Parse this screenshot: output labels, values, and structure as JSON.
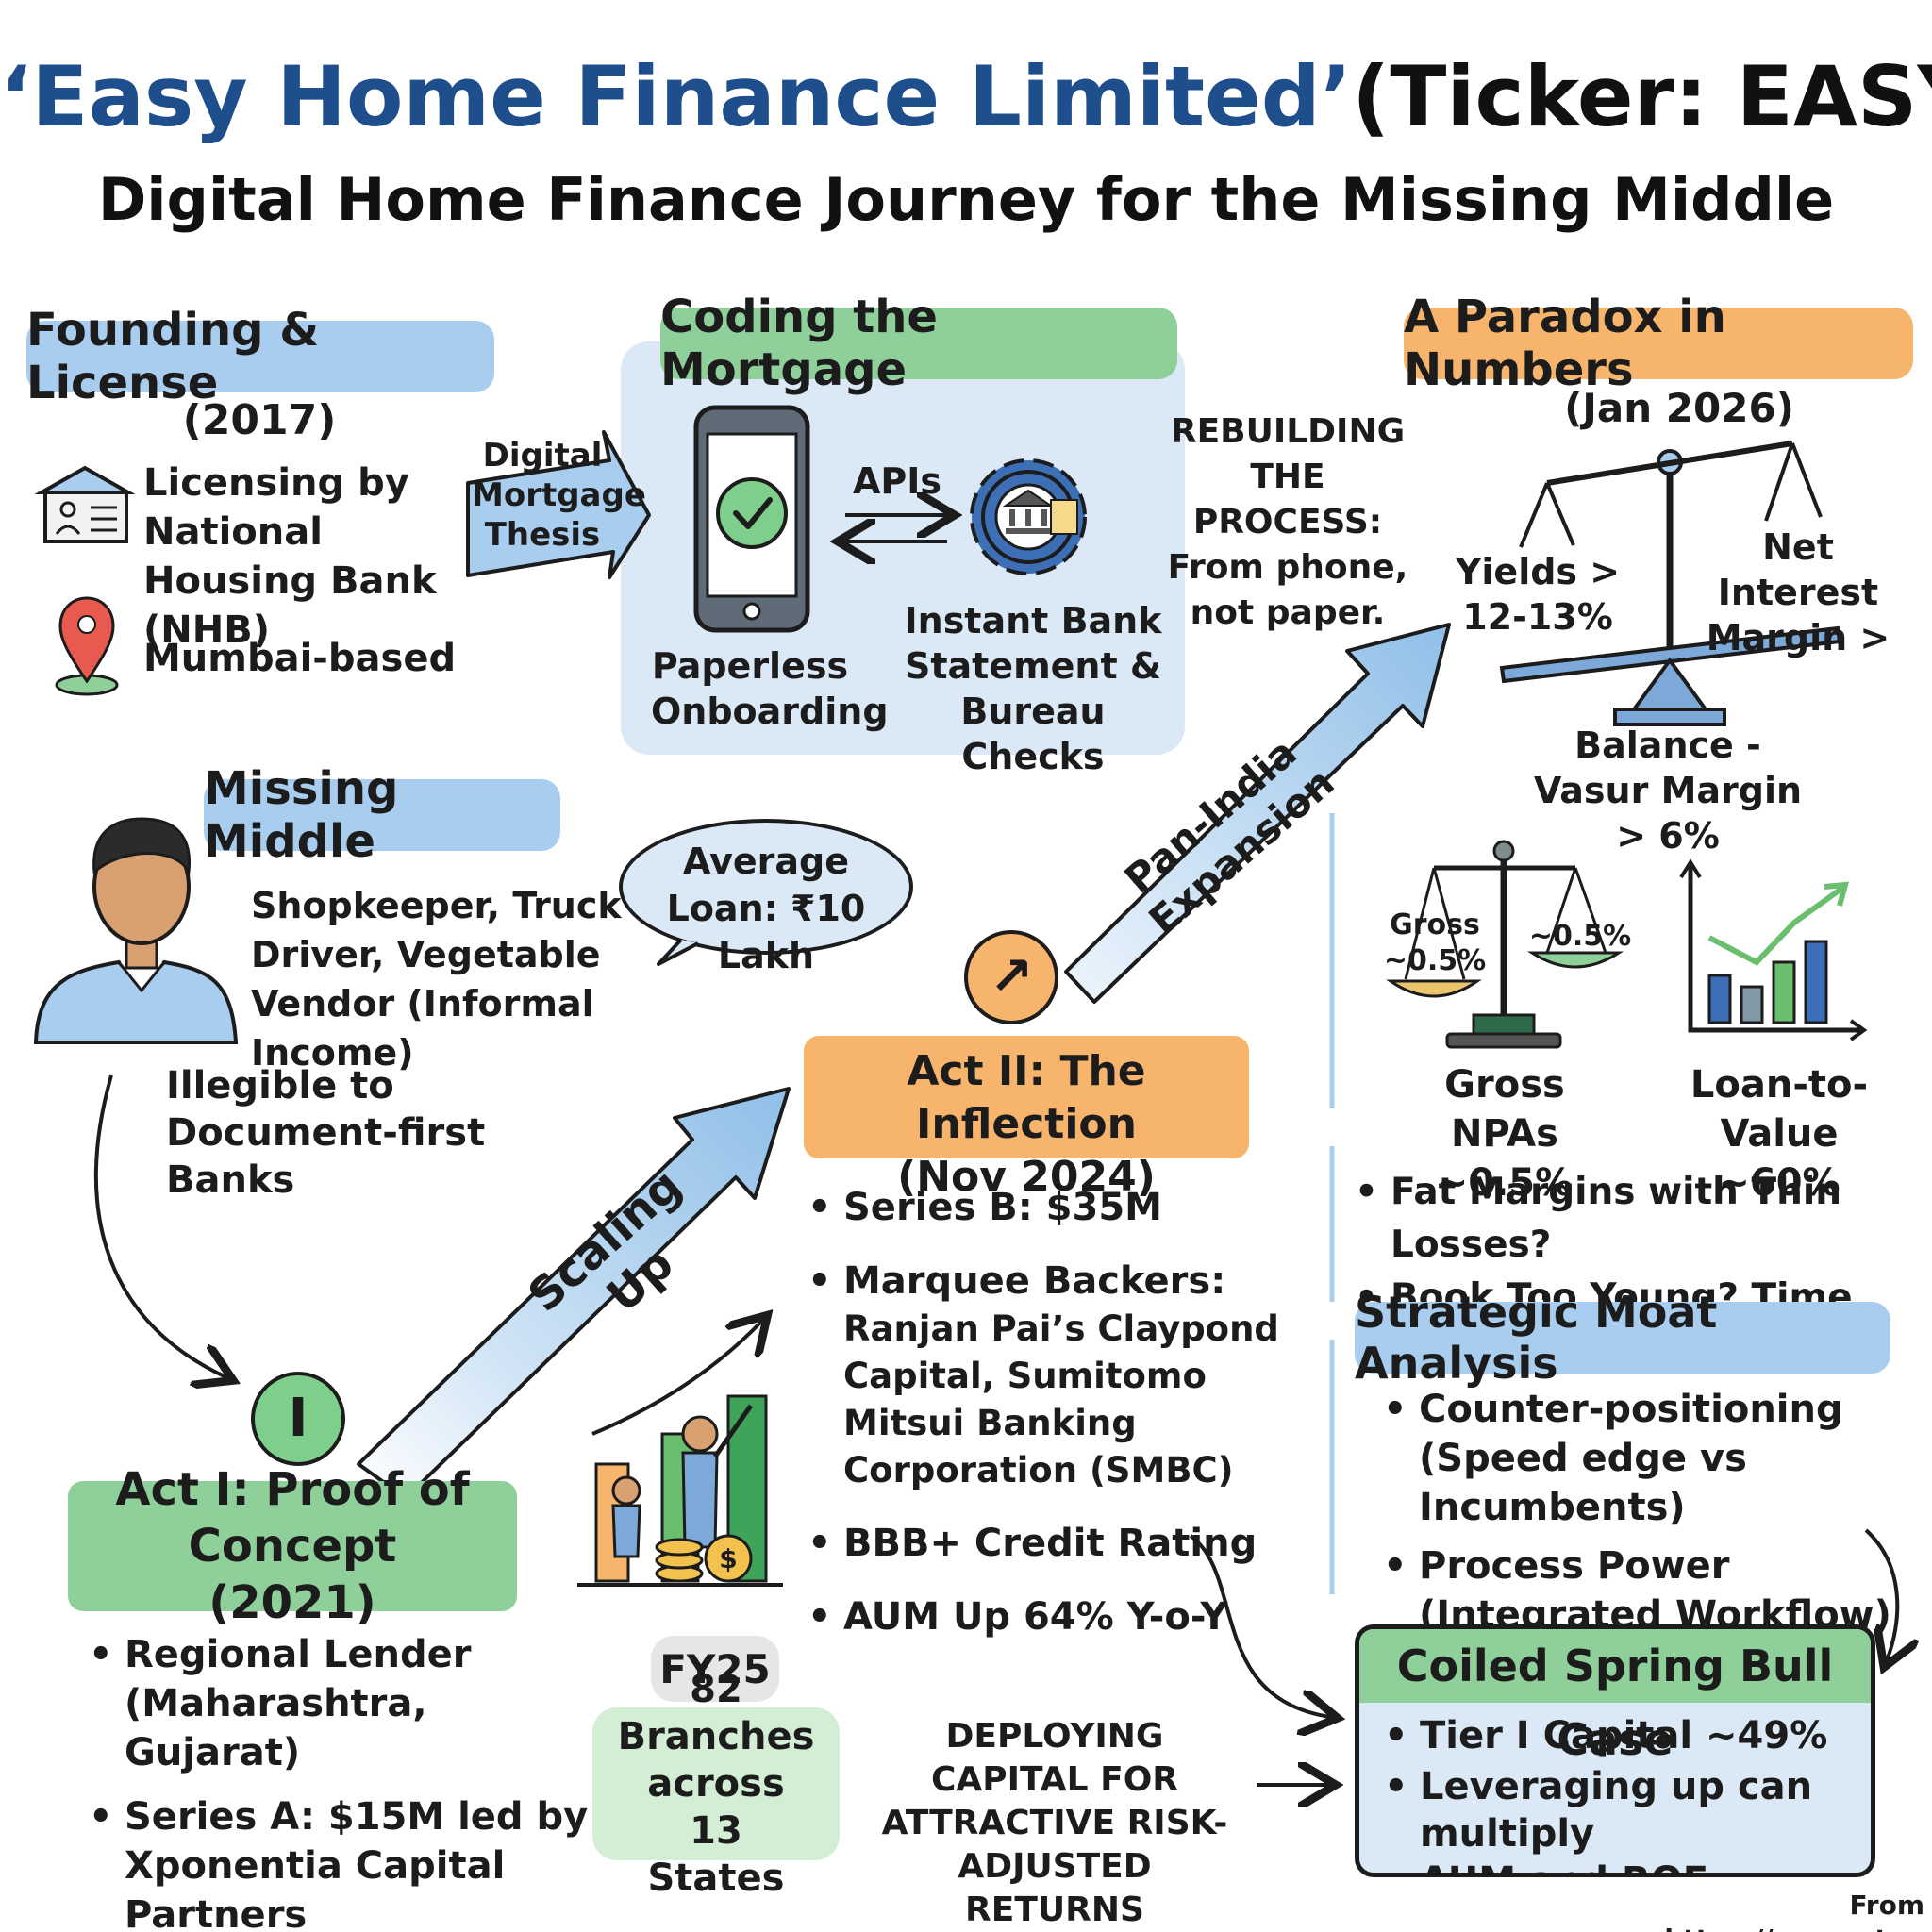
{
  "header": {
    "title_company": "‘Easy Home Finance Limited’",
    "title_ticker": "(Ticker: EASY)",
    "subtitle": "Digital Home Finance Journey for the Missing Middle"
  },
  "founding": {
    "heading": "Founding & License",
    "year": "(2017)",
    "license_text": "Licensing by National Housing Bank (NHB)",
    "location": "Mumbai-based"
  },
  "thesis_arrow": {
    "label": "Digital Mortgage Thesis"
  },
  "coding": {
    "heading": "Coding the Mortgage",
    "api_label": "APIs",
    "left_caption": "Paperless Onboarding",
    "right_caption": "Instant Bank Statement & Bureau Checks",
    "rebuild_head": "REBUILDING THE PROCESS:",
    "rebuild_body": "From phone, not paper."
  },
  "paradox": {
    "heading": "A Paradox in Numbers",
    "date": "(Jan 2026)",
    "yields": "Yields > 12-13%",
    "nim": "Net Interest Margin >",
    "balance": "Balance -Vasur Margin > 6%",
    "gross_left": "Gross ~0.5%",
    "gross_right": "~0.5%",
    "npa_label": "Gross NPAs",
    "npa_value": "~0.5%",
    "ltv_label": "Loan-to-Value",
    "ltv_value": "~60%",
    "bullets": [
      "Fat Margins with Thin Losses?",
      "Book Too Young? Time will tell."
    ]
  },
  "missing_middle": {
    "heading": "Missing Middle",
    "description": "Shopkeeper, Truck Driver, Vegetable Vendor (Informal Income)",
    "bubble": "Average Loan: ₹10 Lakh",
    "ineligible": "Illegible to Document-first Banks"
  },
  "arrows": {
    "pan_india": "Pan-India Expansion",
    "scaling_up": "Scaling Up",
    "act1_marker": "I",
    "act2_marker": "↗"
  },
  "act2": {
    "heading": "Act II: The Inflection",
    "date": "(Nov 2024)",
    "series_b": "Series B: $35M",
    "backers_head": "Marquee Backers:",
    "backers_body": "Ranjan Pai’s Claypond Capital, Sumitomo Mitsui Banking Corporation (SMBC)",
    "rating": "BBB+ Credit Rating",
    "aum": "AUM Up 64% Y-o-Y"
  },
  "act1": {
    "heading": "Act I: Proof of Concept (2021)",
    "bullet1_head": "Regional Lender",
    "bullet1_body": "(Maharashtra, Gujarat)",
    "bullet2_head": "Series A: $15M led by",
    "bullet2_body": "Xponentia Capital Partners"
  },
  "fy25": {
    "label": "FY25",
    "branches": "82 Branches across 13 States"
  },
  "deploy": {
    "text": "DEPLOYING CAPITAL FOR ATTRACTIVE RISK-ADJUSTED RETURNS"
  },
  "moat": {
    "heading": "Strategic Moat Analysis",
    "item1_head": "Counter-positioning",
    "item1_body": "(Speed edge vs Incumbents)",
    "item2_head": "Process Power",
    "item2_body": "(Integrated Workflow)"
  },
  "bull": {
    "heading": "Coiled Spring Bull Case",
    "item1": "Tier I Capital ~49%",
    "item2_head": "Leveraging up can multiply",
    "item2_body": "AUM and ROE"
  },
  "footer": {
    "source": "From https://empor.top"
  },
  "colors": {
    "title_blue": "#1f4e8c",
    "heading_blue": "#a9cdee",
    "heading_green": "#8fd09a",
    "heading_orange": "#f7b46d",
    "arrow_blue": "#9cc6ea",
    "marker_green": "#7fcf8c",
    "marker_orange": "#f7b46d"
  }
}
